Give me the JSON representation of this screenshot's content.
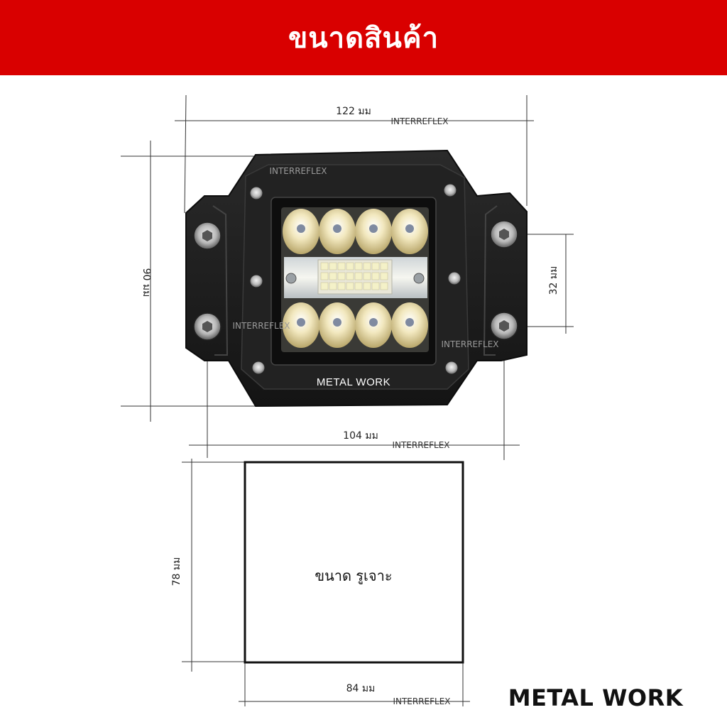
{
  "header": {
    "title": "ขนาดสินค้า"
  },
  "colors": {
    "banner": "#d90000",
    "housing": "#1c1c1c",
    "led_amber": "#e8d9a0"
  },
  "dimensions": {
    "width_total": "122 มม",
    "height_total": "90 มม",
    "bolt_spacing": "32 มม",
    "bolt_span": "104 มม",
    "cutout_height": "78 มม",
    "cutout_width": "84 มม"
  },
  "cutout": {
    "label": "ขนาด รูเจาะ"
  },
  "watermark": {
    "text": "INTERREFLEX"
  },
  "product": {
    "brand_label": "METAL WORK"
  },
  "footer": {
    "brand": "METAL WORK"
  }
}
